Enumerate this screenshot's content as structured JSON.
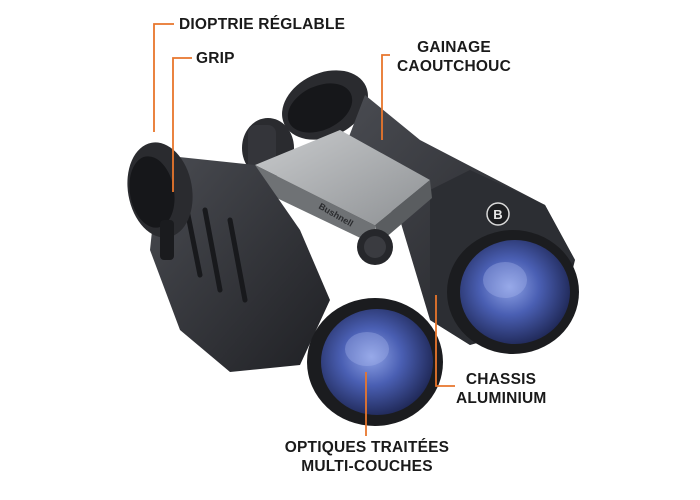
{
  "colors": {
    "callout_line": "#e8762c",
    "label_text": "#1a1a1a",
    "background": "#ffffff",
    "body_dark": "#2f3136",
    "bridge_gray": "#a7aaad",
    "lens_blue": "#3c4fa0"
  },
  "product": {
    "brand_marking": "Bushnell"
  },
  "callouts": [
    {
      "id": "diopter",
      "text": "DIOPTRIE RÉGLABLE"
    },
    {
      "id": "grip",
      "text": "GRIP"
    },
    {
      "id": "rubber",
      "line1": "GAINAGE",
      "line2": "CAOUTCHOUC"
    },
    {
      "id": "chassis",
      "line1": "CHASSIS",
      "line2": "ALUMINIUM"
    },
    {
      "id": "optics",
      "line1": "OPTIQUES TRAITÉES",
      "line2": "MULTI-COUCHES"
    }
  ]
}
